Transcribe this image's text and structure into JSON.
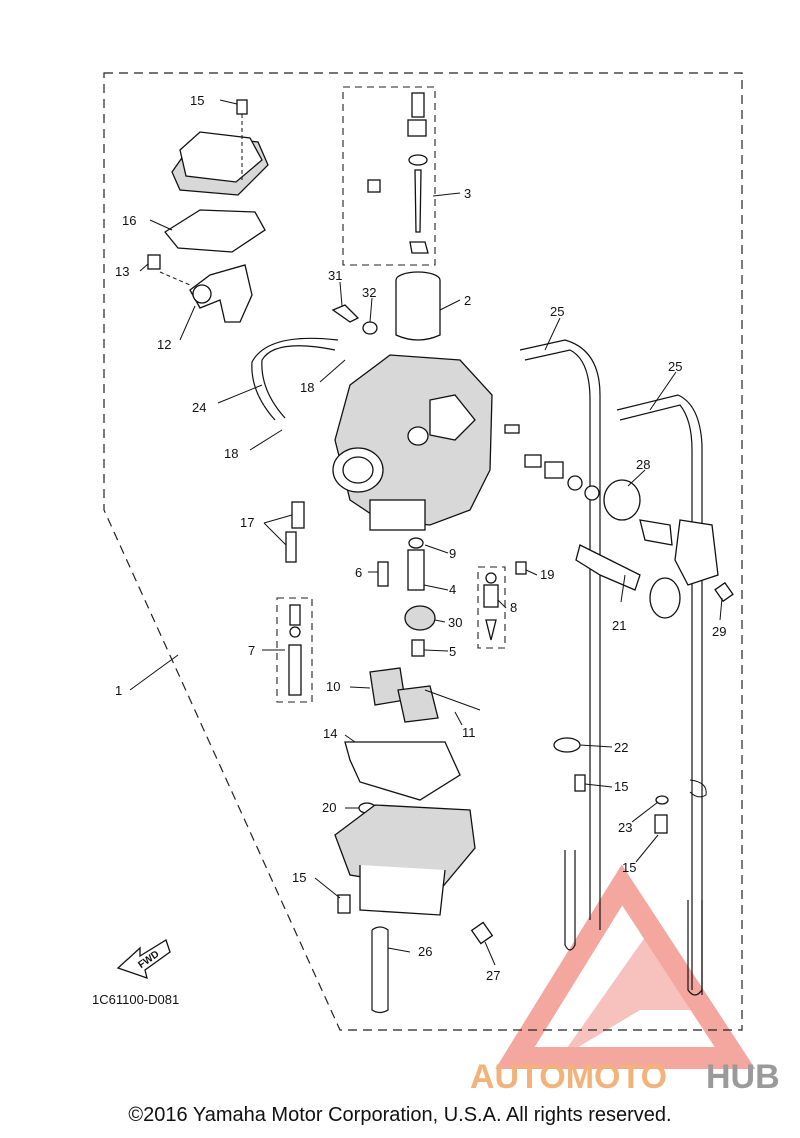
{
  "diagram_code": "1C61100-D081",
  "fwd_label": "FWD",
  "copyright": "©2016 Yamaha Motor Corporation, U.S.A. All rights reserved.",
  "watermark": {
    "text_a": "AUTOMOTO",
    "text_b": "HUB",
    "color_a": "#f2b27a",
    "color_b": "#9a9a9a",
    "logo_color": "#ef8a80"
  },
  "callouts": {
    "c1": "1",
    "c2": "2",
    "c3": "3",
    "c4": "4",
    "c5": "5",
    "c6": "6",
    "c7": "7",
    "c8": "8",
    "c9": "9",
    "c10": "10",
    "c11": "11",
    "c12": "12",
    "c13": "13",
    "c14": "14",
    "c15a": "15",
    "c15b": "15",
    "c15c": "15",
    "c15d": "15",
    "c16": "16",
    "c17": "17",
    "c18a": "18",
    "c18b": "18",
    "c19": "19",
    "c20": "20",
    "c21": "21",
    "c22": "22",
    "c23": "23",
    "c24": "24",
    "c25a": "25",
    "c25b": "25",
    "c26": "26",
    "c27": "27",
    "c28": "28",
    "c29": "29",
    "c30": "30",
    "c31": "31",
    "c32": "32"
  }
}
